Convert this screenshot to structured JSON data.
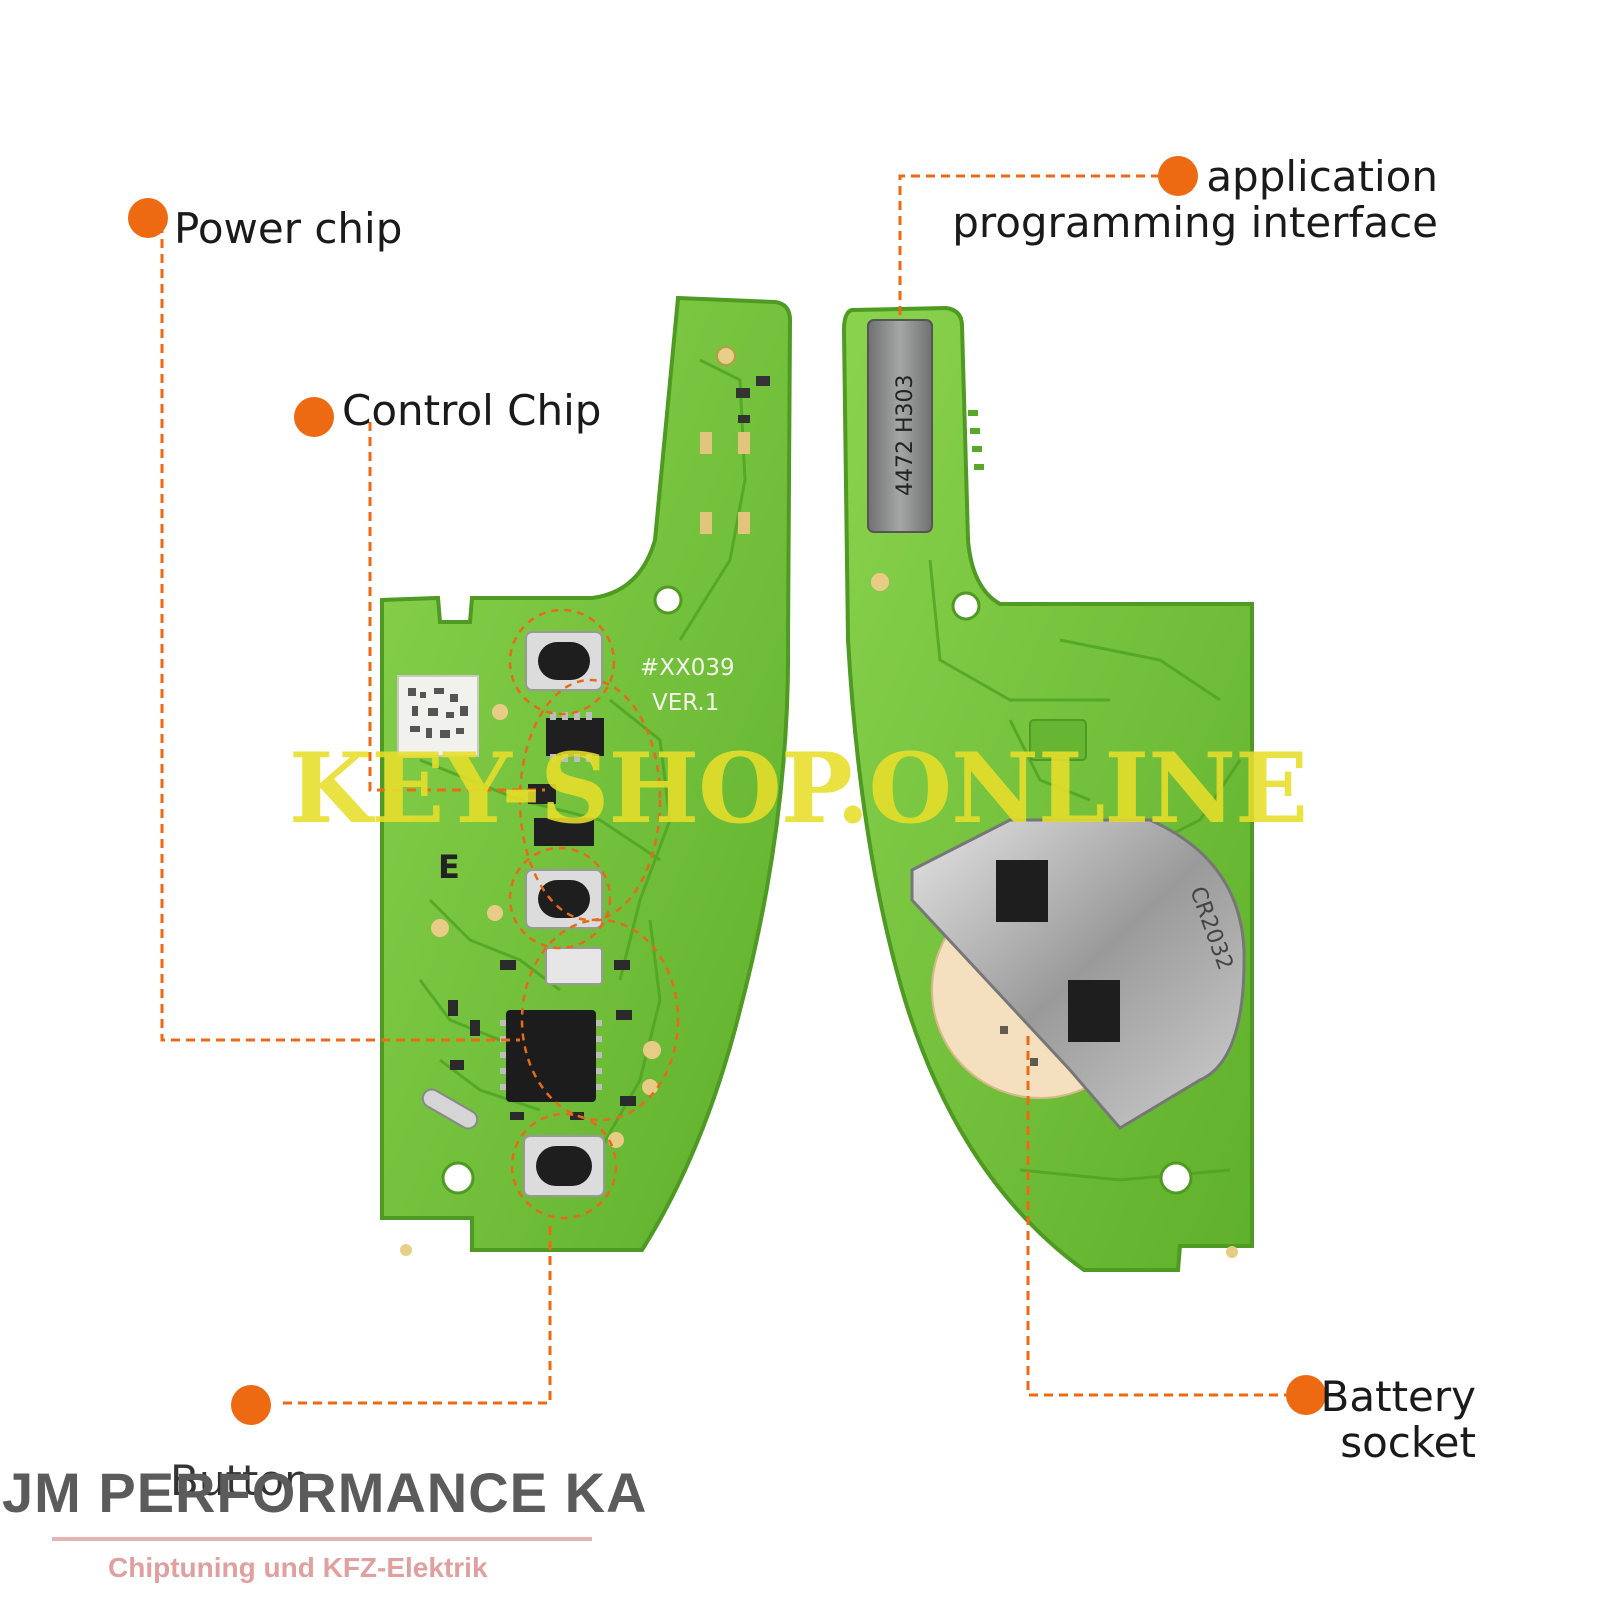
{
  "labels": {
    "power_chip": "Power chip",
    "control_chip": "Control Chip",
    "button": "Button",
    "api_line1": "application",
    "api_line2": "programming interface",
    "battery_line1": "Battery",
    "battery_line2": "socket"
  },
  "board_left": {
    "part_number": "#XX039",
    "version": "VER.1",
    "silkscreen": "E"
  },
  "board_right": {
    "connector_text": "4472 H303",
    "battery_text": "CR2032"
  },
  "watermark": "KEY-SHOP.ONLINE",
  "brand": {
    "name": "JM PERFORMANCE KA",
    "tagline": "Chiptuning und KFZ-Elektrik"
  },
  "colors": {
    "pcb": "#72c83c",
    "pcb_edge": "#5aa82a",
    "callout": "#ee6a12",
    "watermark": "#e8df2a"
  }
}
